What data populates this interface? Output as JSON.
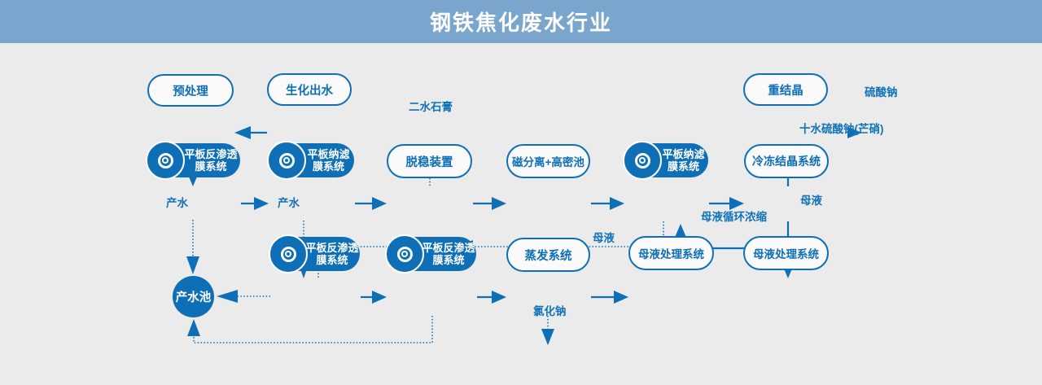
{
  "header": {
    "title": "钢铁焦化废水行业"
  },
  "colors": {
    "primary_blue": "#0e6fb6",
    "header_background": "#7aa5cd",
    "canvas_background": "#ebebeb",
    "node_text_on_fill": "#ffffff"
  },
  "nodes": {
    "pretreatment": {
      "label": "预处理"
    },
    "biochemical_effluent": {
      "label": "生化出水"
    },
    "recrystallization": {
      "label": "重结晶"
    },
    "ro_membrane_1": {
      "line1": "平板反渗透",
      "line2": "膜系统"
    },
    "nf_membrane_1": {
      "line1": "平板纳滤",
      "line2": "膜系统"
    },
    "destabilization": {
      "label": "脱稳装置"
    },
    "magnetic_separation": {
      "label": "磁分离+高密池"
    },
    "nf_membrane_2": {
      "line1": "平板纳滤",
      "line2": "膜系统"
    },
    "freezing_crystallization": {
      "label": "冷冻结晶系统"
    },
    "product_water_pool": {
      "label": "产水池"
    },
    "ro_membrane_2": {
      "line1": "平板反渗透",
      "line2": "膜系统"
    },
    "ro_membrane_3": {
      "line1": "平板反渗透",
      "line2": "膜系统"
    },
    "evaporation": {
      "label": "蒸发系统"
    },
    "mother_liquor_treatment_1": {
      "label": "母液处理系统"
    },
    "mother_liquor_treatment_2": {
      "label": "母液处理系统"
    }
  },
  "labels": {
    "gypsum_dihydrate": "二水石膏",
    "sodium_sulfate": "硫酸钠",
    "sodium_sulfate_decahydrate": "十水硫酸钠(芒硝)",
    "mother_liquor_freeze": "母液",
    "mother_liquor_recycle": "母液循环浓缩",
    "mother_liquor_evap": "母液",
    "product_water_left": "产水",
    "product_water_mid": "产水",
    "sodium_chloride": "氯化钠"
  }
}
